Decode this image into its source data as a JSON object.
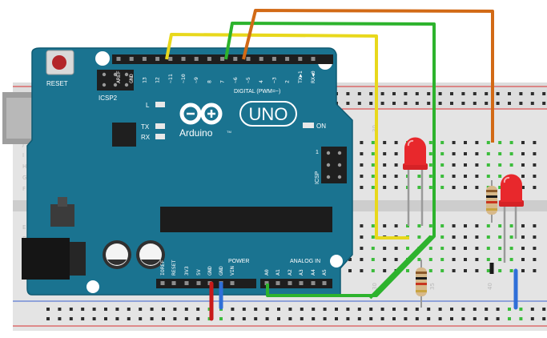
{
  "colors": {
    "board": "#1a7390",
    "board_dark": "#0f5a72",
    "breadboard": "#e2e2e2",
    "hole": "#2d2d2d",
    "hole_active": "#3cbc3c",
    "rail_red": "#d93030",
    "rail_blue": "#3a5fd0",
    "wire_yellow": "#f0e020",
    "wire_green": "#2db32d",
    "wire_orange": "#d26a16",
    "wire_red": "#c81a1a",
    "wire_blue": "#2f6fd8",
    "led_red": "#e8282c"
  },
  "board": {
    "reset_label": "RESET",
    "icsp2_label": "ICSP2",
    "icsp_label": "ICSP",
    "icsp_pin": "1",
    "led_l": "L",
    "led_tx": "TX",
    "led_rx": "RX",
    "led_on": "ON",
    "brand_uno": "UNO",
    "brand_arduino": "Arduino",
    "brand_tm": "TM",
    "digital_label": "DIGITAL (PWM=~)",
    "analog_label": "ANALOG IN",
    "power_label": "POWER",
    "top_pins": [
      "AREF",
      "GND",
      "13",
      "12",
      "~11",
      "~10",
      "~9",
      "8",
      "7",
      "~6",
      "~5",
      "4",
      "~3",
      "2",
      "TX▶1",
      "RX◀0"
    ],
    "bottom_pins": [
      "IOREF",
      "RESET",
      "3V3",
      "5V",
      "GND",
      "GND",
      "VIN",
      "A0",
      "A1",
      "A2",
      "A3",
      "A4",
      "A5"
    ]
  },
  "breadboard": {
    "row_letters_top": [
      "J",
      "I",
      "H",
      "G",
      "F"
    ],
    "row_letters_bottom": [
      "E",
      "D",
      "C",
      "B",
      "A"
    ],
    "col_numbers": [
      "30",
      "35",
      "40"
    ]
  }
}
